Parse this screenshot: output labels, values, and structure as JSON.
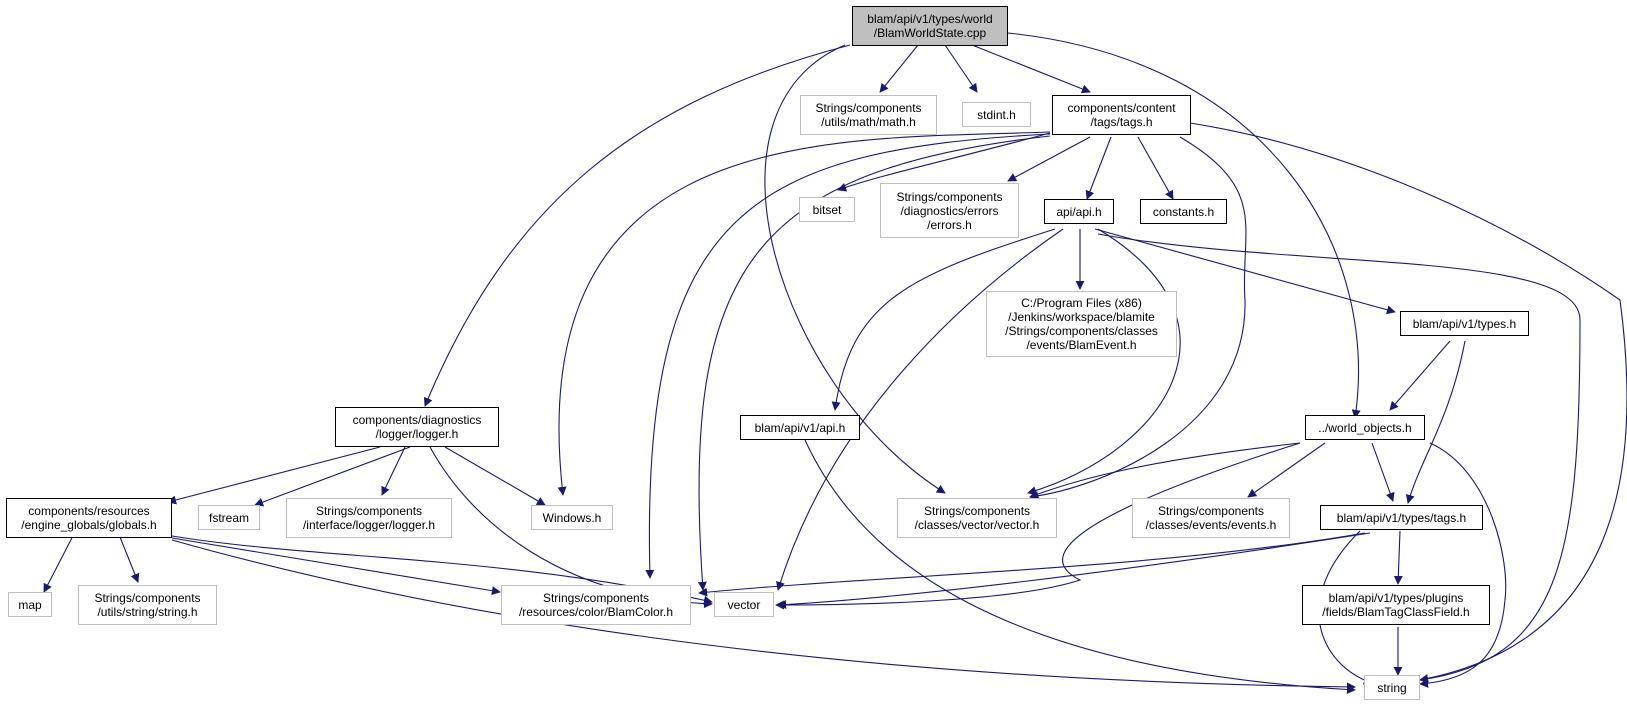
{
  "colors": {
    "edge": "#191970",
    "node_border": "#000000",
    "external_border": "#bfbfbf",
    "root_fill": "#bfbfbf",
    "background": "#ffffff"
  },
  "nodes": {
    "root": "blam/api/v1/types/world\n/BlamWorldState.cpp",
    "math": "Strings/components\n/utils/math/math.h",
    "stdint": "stdint.h",
    "tags": "components/content\n/tags/tags.h",
    "bitset": "bitset",
    "errors": "Strings/components\n/diagnostics/errors\n/errors.h",
    "api": "api/api.h",
    "constants": "constants.h",
    "blamevent": "C:/Program Files (x86)\n/Jenkins/workspace/blamite\n/Strings/components/classes\n/events/BlamEvent.h",
    "types": "blam/api/v1/types.h",
    "logger": "components/diagnostics\n/logger/logger.h",
    "v1api": "blam/api/v1/api.h",
    "world_objects": "../world_objects.h",
    "globals": "components/resources\n/engine_globals/globals.h",
    "fstream": "fstream",
    "ilogger": "Strings/components\n/interface/logger/logger.h",
    "windows": "Windows.h",
    "vectorh": "Strings/components\n/classes/vector/vector.h",
    "events": "Strings/components\n/classes/events/events.h",
    "v1tags": "blam/api/v1/types/tags.h",
    "map": "map",
    "stringh": "Strings/components\n/utils/string/string.h",
    "blamcolor": "Strings/components\n/resources/color/BlamColor.h",
    "vector": "vector",
    "tagfield": "blam/api/v1/types/plugins\n/fields/BlamTagClassField.h",
    "string": "string"
  }
}
